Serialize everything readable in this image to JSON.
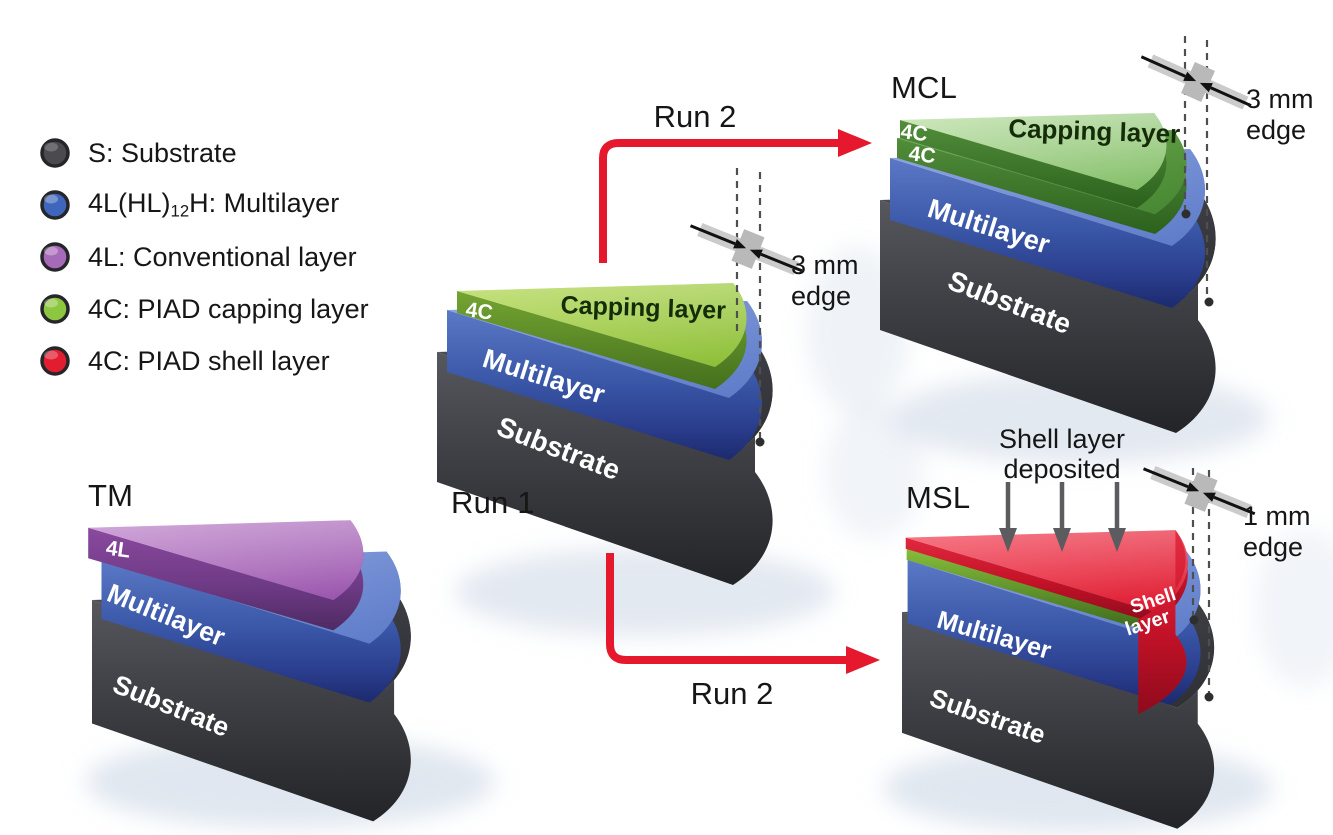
{
  "legend": {
    "items": [
      {
        "label": "S: Substrate"
      },
      {
        "pre": "4L(HL)",
        "sub": "12",
        "post": "H: Multilayer"
      },
      {
        "label": "4L: Conventional layer"
      },
      {
        "label": "4C: PIAD capping layer"
      },
      {
        "label": "4C: PIAD shell layer"
      }
    ]
  },
  "colors": {
    "substrate": "#4a4a4f",
    "multilayer": "#3f66bc",
    "conventional": "#a76ab8",
    "capping": "#8dc63f",
    "shell": "#e21d30",
    "arrow": "#e5182e"
  },
  "process": {
    "run2_top": "Run 2",
    "run2_bottom": "Run 2"
  },
  "samples": {
    "tm": {
      "title": "TM",
      "top_layer": "4L",
      "multilayer": "Multilayer",
      "substrate": "Substrate"
    },
    "run1": {
      "title": "Run 1",
      "cap": "4C",
      "capping": "Capping layer",
      "multilayer": "Multilayer",
      "substrate": "Substrate",
      "edge_line1": "3 mm",
      "edge_line2": "edge"
    },
    "mcl": {
      "title": "MCL",
      "cap1": "4C",
      "cap2": "4C",
      "capping": "Capping layer",
      "multilayer": "Multilayer",
      "substrate": "Substrate",
      "edge_line1": "3 mm",
      "edge_line2": "edge"
    },
    "msl": {
      "title": "MSL",
      "note_line1": "Shell layer",
      "note_line2": "deposited",
      "shell_line1": "Shell",
      "shell_line2": "layer",
      "multilayer": "Multilayer",
      "substrate": "Substrate",
      "edge_line1": "1 mm",
      "edge_line2": "edge"
    }
  }
}
